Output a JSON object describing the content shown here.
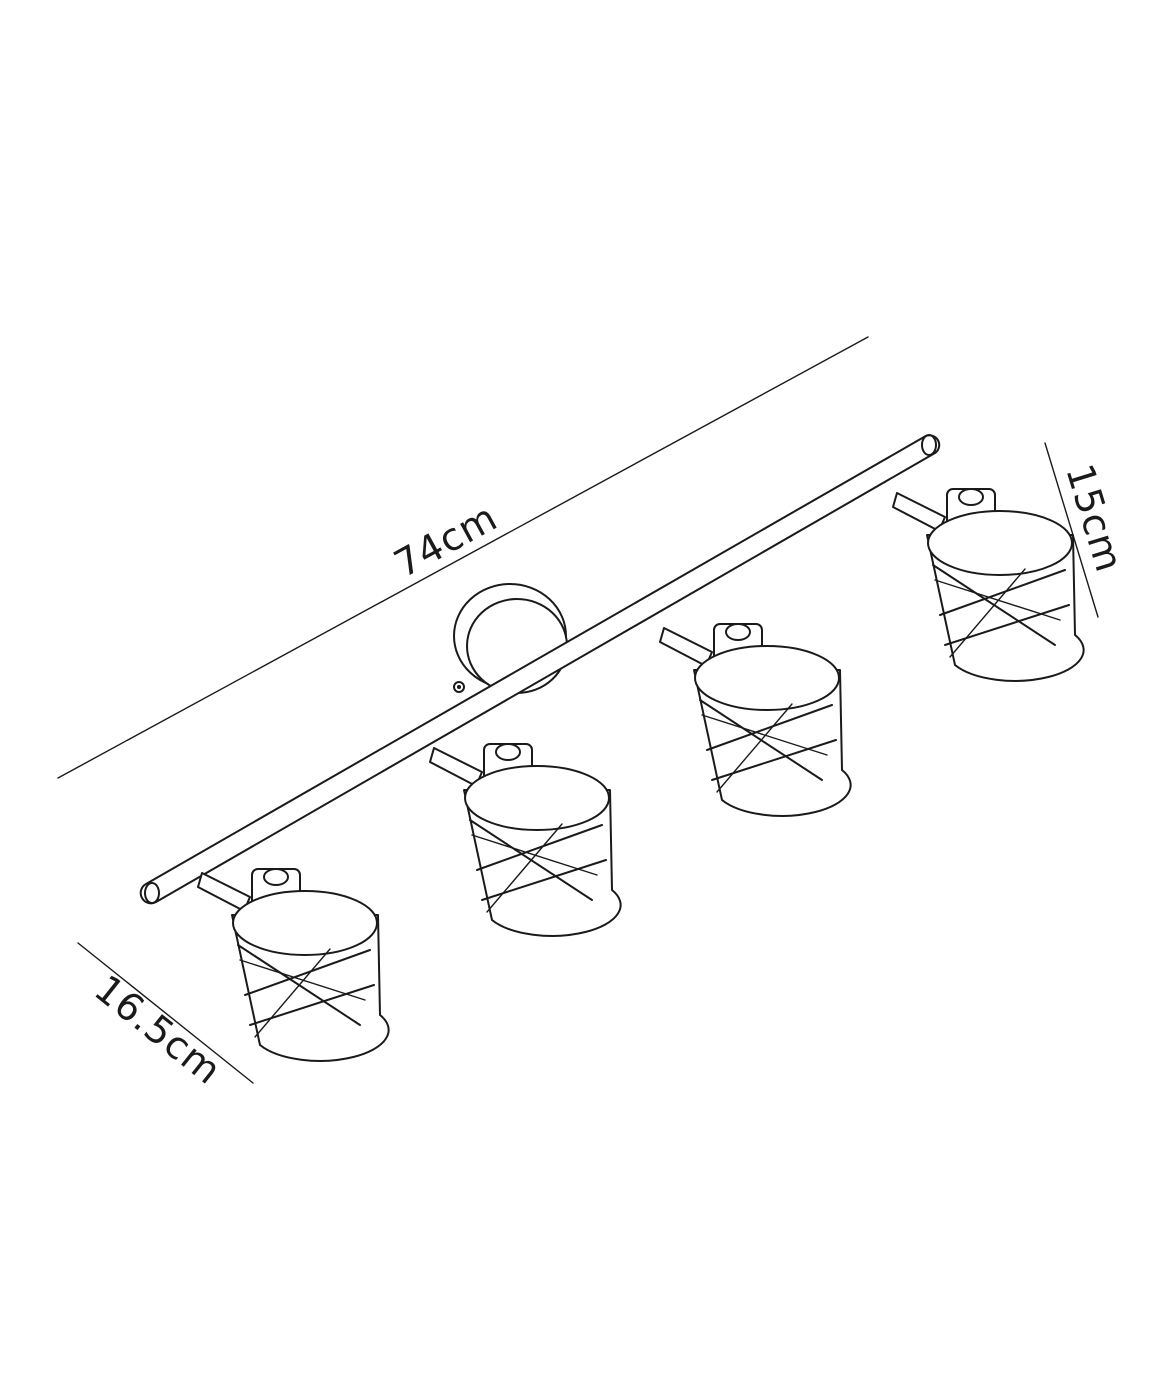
{
  "dimensions": {
    "length": "74cm",
    "height": "15cm",
    "depth": "16.5cm"
  },
  "product": {
    "spotlight_count": 4
  },
  "colors": {
    "line": "#1a1a1a",
    "background": "#ffffff"
  }
}
